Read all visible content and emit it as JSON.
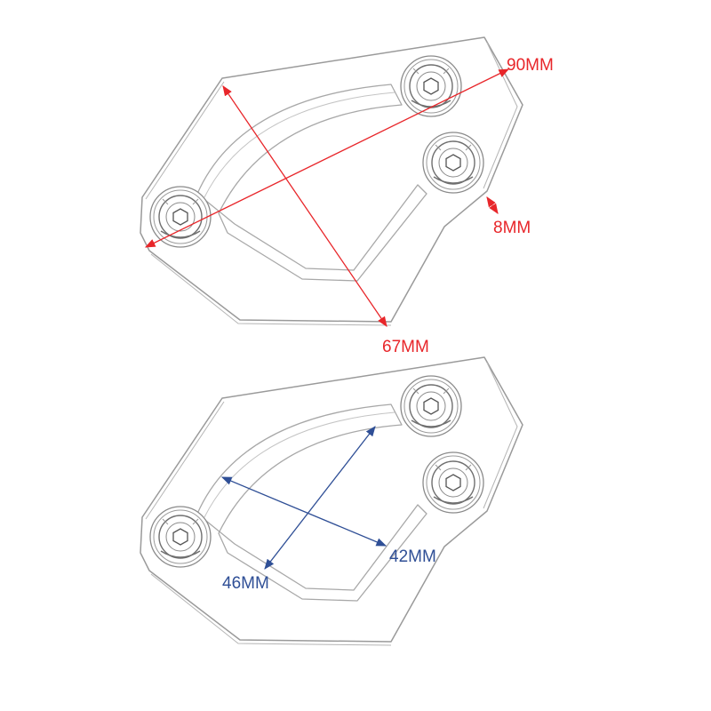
{
  "top_diagram": {
    "dimensions": [
      {
        "label": "90MM",
        "color": "#e8262a"
      },
      {
        "label": "8MM",
        "color": "#e8262a"
      },
      {
        "label": "67MM",
        "color": "#e8262a"
      }
    ]
  },
  "bottom_diagram": {
    "dimensions": [
      {
        "label": "42MM",
        "color": "#2f4f96"
      },
      {
        "label": "46MM",
        "color": "#2f4f96"
      }
    ]
  },
  "colors": {
    "outline": "#9a9a9a",
    "bolt_outline": "#6f6f6f",
    "dimension_red": "#e8262a",
    "dimension_blue": "#2f4f96"
  }
}
